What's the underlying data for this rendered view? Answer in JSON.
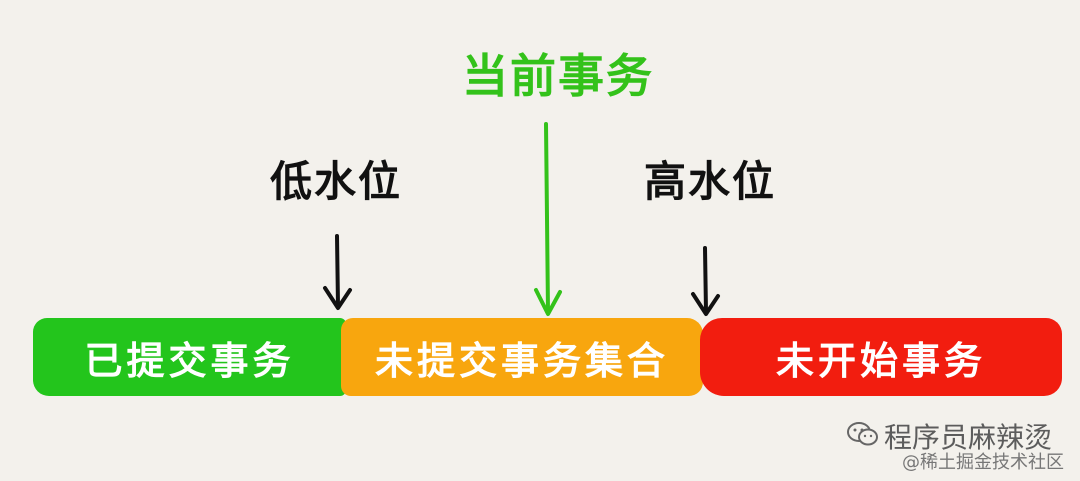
{
  "current_transaction_label": "当前事务",
  "low_watermark_label": "低水位",
  "high_watermark_label": "高水位",
  "segments": {
    "committed": "已提交事务",
    "uncommitted_set": "未提交事务集合",
    "unstarted": "未开始事务"
  },
  "colors": {
    "current_label": "#33c21a",
    "committed": "#23c51c",
    "uncommitted_set": "#f8a60e",
    "unstarted": "#f21d0f"
  },
  "watermark": {
    "icon": "wechat-icon",
    "account_name": "程序员麻辣烫",
    "site": "@稀土掘金技术社区"
  }
}
